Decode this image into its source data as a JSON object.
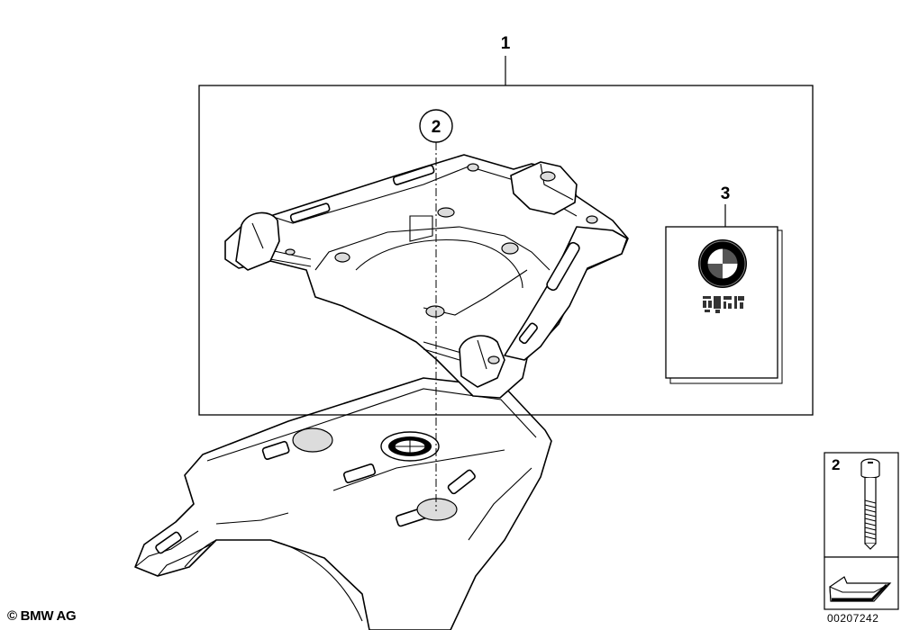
{
  "callouts": {
    "kit": "1",
    "screw": "2",
    "manual": "3",
    "inset_screw": "2"
  },
  "footer": {
    "copyright": "© BMW AG",
    "diagram_number": "00207242"
  },
  "colors": {
    "line": "#000000",
    "fill": "#ffffff",
    "shade": "#dcdcdc"
  },
  "icons": {
    "logo": "bmw-roundel-icon",
    "orientation": "direction-arrow-icon"
  }
}
